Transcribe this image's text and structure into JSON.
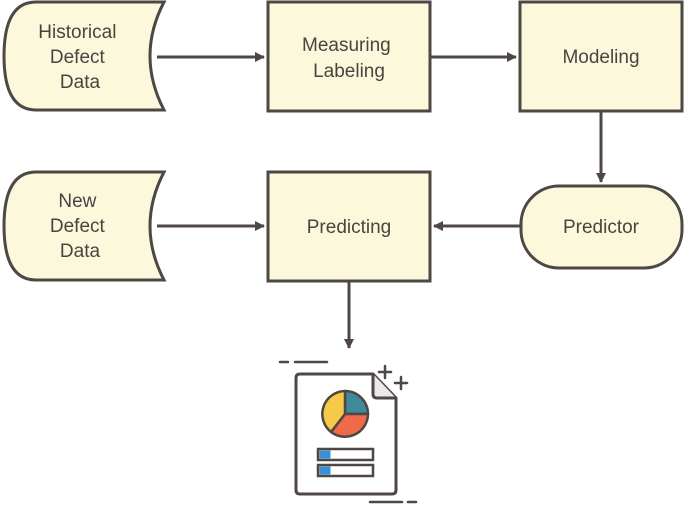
{
  "nodes": {
    "historical_data": {
      "lines": [
        "Historical",
        "Defect",
        "Data"
      ]
    },
    "measuring": {
      "lines": [
        "Measuring",
        "Labeling"
      ]
    },
    "modeling": {
      "lines": [
        "Modeling"
      ]
    },
    "new_data": {
      "lines": [
        "New",
        "Defect",
        "Data"
      ]
    },
    "predicting": {
      "lines": [
        "Predicting"
      ]
    },
    "predictor": {
      "lines": [
        "Predictor"
      ]
    }
  },
  "output_icon": {
    "name": "report-document-icon"
  },
  "colors": {
    "node_fill": "#fbf8dc",
    "stroke": "#4f4744",
    "text": "#4a4340",
    "pie_yellow": "#f7c948",
    "pie_teal": "#3f8a9a",
    "pie_orange": "#ef6a47",
    "bar_blue": "#3b8fd6"
  }
}
